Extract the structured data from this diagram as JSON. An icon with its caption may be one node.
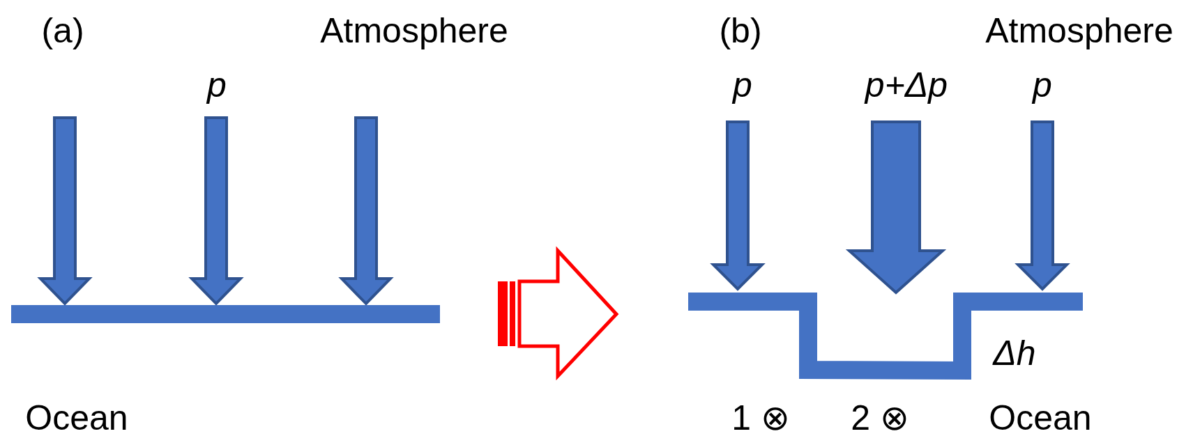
{
  "diagram": {
    "labels": [
      "(a)",
      "Atmosphere",
      "(b)",
      "Atmosphere",
      "p",
      "p",
      "p+Δp",
      "p",
      "Δh",
      "Ocean",
      "1 ⊗",
      "2 ⊗",
      "Ocean"
    ]
  }
}
